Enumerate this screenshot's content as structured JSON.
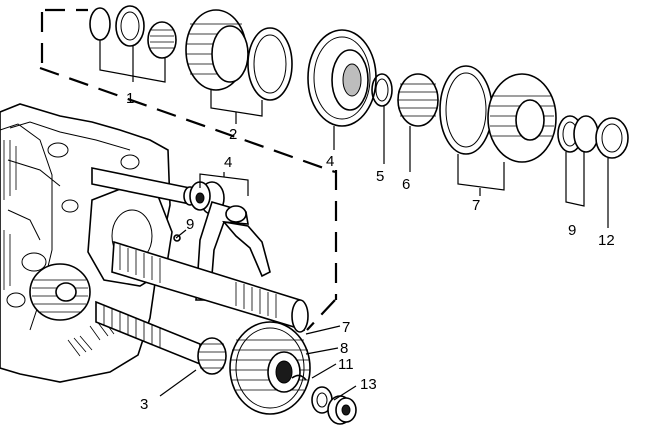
{
  "callouts": [
    {
      "id": "c1",
      "text": "1"
    },
    {
      "id": "c2",
      "text": "2"
    },
    {
      "id": "c4a",
      "text": "4"
    },
    {
      "id": "c5",
      "text": "5"
    },
    {
      "id": "c6",
      "text": "6"
    },
    {
      "id": "c7a",
      "text": "7"
    },
    {
      "id": "c9a",
      "text": "9"
    },
    {
      "id": "c12",
      "text": "12"
    },
    {
      "id": "c4b",
      "text": "4"
    },
    {
      "id": "c9b",
      "text": "9"
    },
    {
      "id": "c7b",
      "text": "7"
    },
    {
      "id": "c8",
      "text": "8"
    },
    {
      "id": "c11",
      "text": "11"
    },
    {
      "id": "c3",
      "text": "3"
    },
    {
      "id": "c13",
      "text": "13"
    }
  ]
}
